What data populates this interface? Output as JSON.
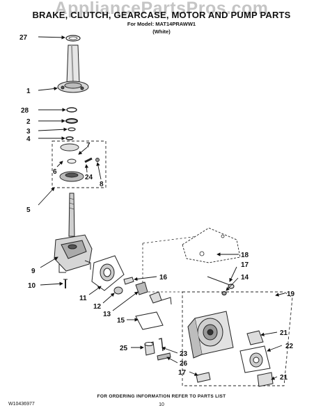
{
  "watermark": "AppliancePartsPros.com",
  "header": {
    "title": "BRAKE, CLUTCH, GEARCASE, MOTOR AND PUMP PARTS",
    "model_line": "For Model: MAT14PRAWW1",
    "color_line": "(White)"
  },
  "callouts": {
    "c27": "27",
    "c1": "1",
    "c28": "28",
    "c2": "2",
    "c3": "3",
    "c4": "4",
    "c7": "7",
    "c6": "6",
    "c24": "24",
    "c8": "8",
    "c5": "5",
    "c9": "9",
    "c10": "10",
    "c18": "18",
    "c17a": "17",
    "c14": "14",
    "c16": "16",
    "c19": "19",
    "c11": "11",
    "c12": "12",
    "c13": "13",
    "c15": "15",
    "c21a": "21",
    "c22": "22",
    "c25": "25",
    "c23": "23",
    "c26": "26",
    "c17b": "17",
    "c21b": "21"
  },
  "footer": {
    "order_info": "FOR ORDERING INFORMATION REFER TO PARTS LIST",
    "doc_number": "W10436977",
    "page_number": "10"
  }
}
